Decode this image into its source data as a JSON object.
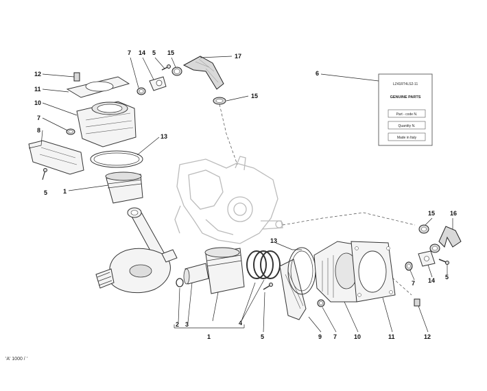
{
  "callouts": {
    "c7a": "7",
    "c14a": "14",
    "c5a": "5",
    "c15a": "15",
    "c17": "17",
    "c12a": "12",
    "c11a": "11",
    "c10a": "10",
    "c7b": "7",
    "c8": "8",
    "c13a": "13",
    "c5b": "5",
    "c1a": "1",
    "c15b": "15",
    "c6": "6",
    "c15c": "15",
    "c16": "16",
    "c13b": "13",
    "c7c": "7",
    "c14b": "14",
    "c5c": "5",
    "c2": "2",
    "c3": "3",
    "c4": "4",
    "c1b": "1",
    "c5d": "5",
    "c9": "9",
    "c7d": "7",
    "c10b": "10",
    "c11b": "11",
    "c12b": "12"
  },
  "parts_label": {
    "code": "LZ41RT4LS2-11",
    "title": "GENUINE PARTS",
    "row1": "Part - code N.",
    "row2": "Quantity N.",
    "row3": "Made in Italy"
  },
  "footer": "'A' 1000 / '"
}
